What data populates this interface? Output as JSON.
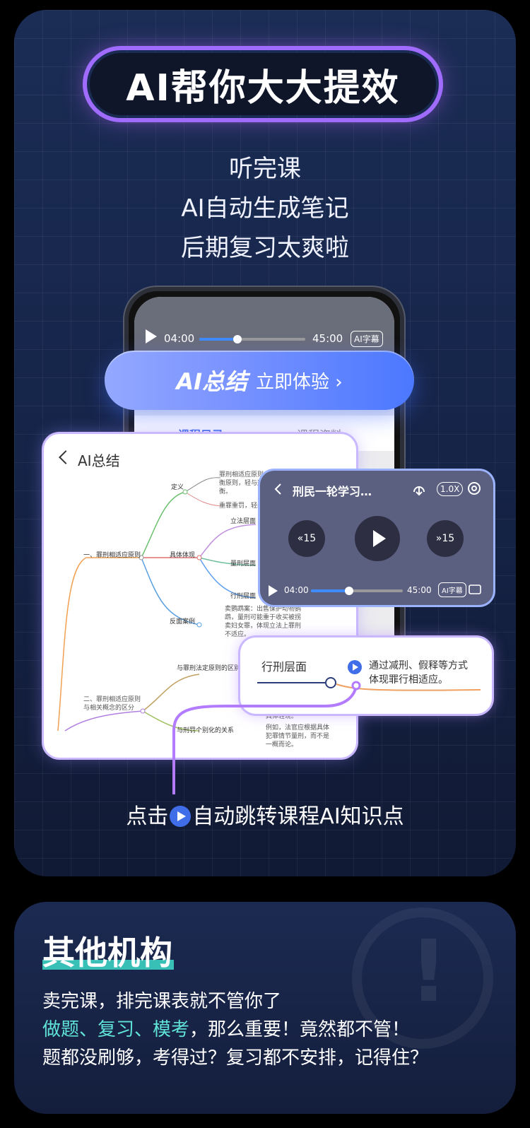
{
  "colors": {
    "accent": "#3f6ee8",
    "highlight": "#5fe3d6",
    "pill_gradient": [
      "#ff5fd3",
      "#9f6cff",
      "#4ad8ff"
    ]
  },
  "hero": {
    "title": "AI帮你大大提效",
    "subtitle_lines": [
      "听完课",
      "AI自动生成笔记",
      "后期复习太爽啦"
    ]
  },
  "phone": {
    "video": {
      "current_time": "04:00",
      "total_time": "45:00",
      "subtitle_badge": "AI字幕",
      "progress": 0.35
    },
    "tabs": [
      "课程目录",
      "课程资料"
    ]
  },
  "ai_button": {
    "brand": "AI总结",
    "cta": "立即体验 ›"
  },
  "mindmap": {
    "back_icon": "chevron-left-icon",
    "title": "AI总结",
    "nodes": {
      "root1": "一、罪刑相适应原则",
      "definition": "定义",
      "definition_note": "罪刑相适应原则：刑均衡原则，轻与刑的平衡。",
      "definition_note2": "重罪重罚，轻罪",
      "embodiment": "具体体现",
      "legislative": "立法层面",
      "sentencing": "量刑层面",
      "execution": "行刑层面",
      "counter": "反面案例",
      "counter_note": "卖鹦鹉案：出售保护动物鹦鹉，量刑可能重于收买被拐卖妇女罪，体现立法上罪刑不适应。",
      "root2": "二、罪刑相适应原则与相关概念的区分",
      "diff1": "与罪刑法定原则的区别",
      "diff2": "与刑罚个别化的关系",
      "diff2_note": "例如，法官应根据具体犯罪情节量刑，而不是一概而论。",
      "diff2_note0": "具体轻现。"
    }
  },
  "mini_player": {
    "title": "刑民一轮学习…",
    "speed": "1.0X",
    "skip_back": "15",
    "skip_forward": "15",
    "current_time": "04:00",
    "total_time": "45:00",
    "subtitle_badge": "AI字幕",
    "progress": 0.4
  },
  "popup": {
    "node": "行刑层面",
    "text_line1": "通过减刑、假释等方式",
    "text_line2": "体现罪行相适应。"
  },
  "hint": {
    "prefix": "点击",
    "suffix": "自动跳转课程AI知识点"
  },
  "other": {
    "title": "其他机构",
    "line1": "卖完课，排完课表就不管你了",
    "line2_highlight": "做题、复习、模考",
    "line2_rest": "，那么重要！竟然都不管！",
    "line3": "题都没刷够，考得过？复习都不安排，记得住？"
  }
}
